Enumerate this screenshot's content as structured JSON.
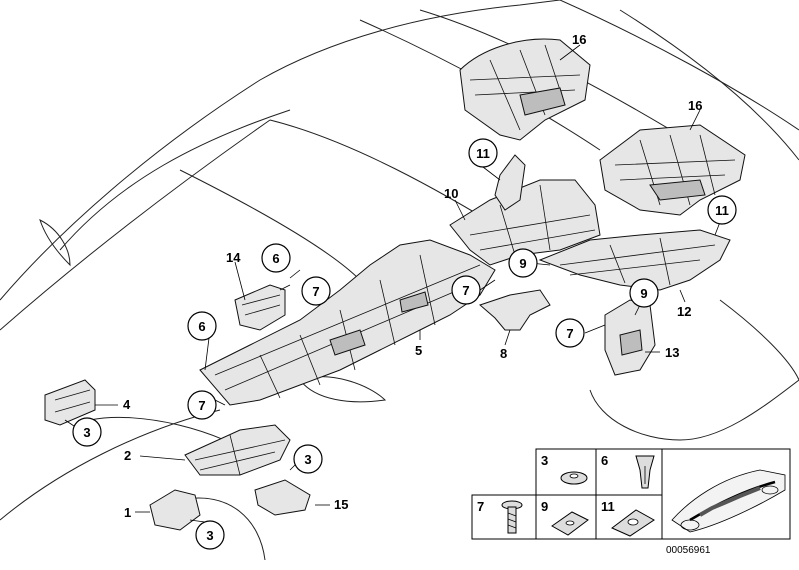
{
  "diagram": {
    "document_id": "00056961",
    "labels": {
      "part_1": "1",
      "part_2": "2",
      "part_4": "4",
      "part_5": "5",
      "part_8": "8",
      "part_10": "10",
      "part_12": "12",
      "part_13": "13",
      "part_14": "14",
      "part_15": "15",
      "part_16_front": "16",
      "part_16_rear": "16"
    },
    "callouts": {
      "c3_a": "3",
      "c3_b": "3",
      "c3_c": "3",
      "c6_a": "6",
      "c6_b": "6",
      "c7_a": "7",
      "c7_b": "7",
      "c7_c": "7",
      "c7_d": "7",
      "c9_a": "9",
      "c9_b": "9",
      "c11_a": "11",
      "c11_b": "11"
    },
    "legend": {
      "cell_3": "3",
      "cell_6": "6",
      "cell_7": "7",
      "cell_9": "9",
      "cell_11": "11"
    }
  }
}
